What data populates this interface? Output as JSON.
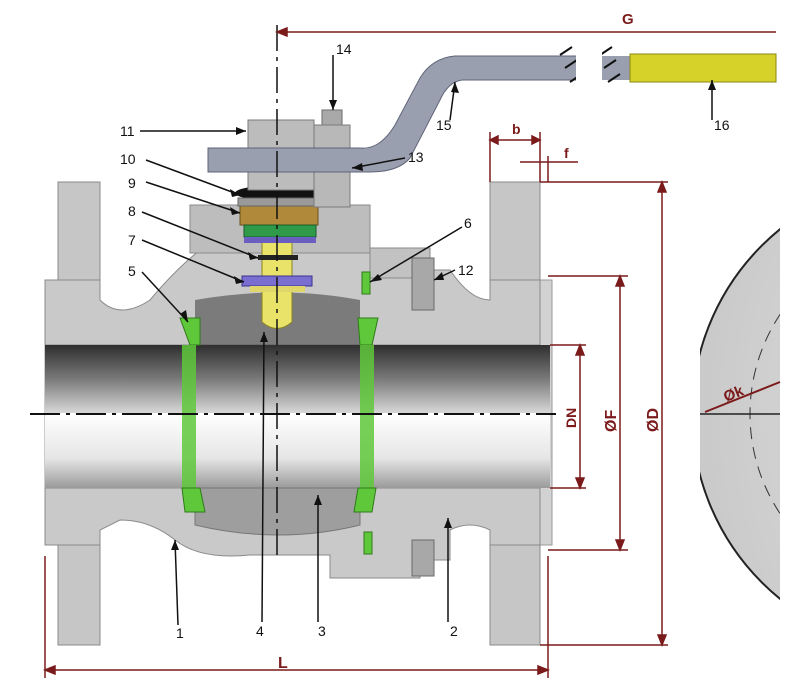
{
  "colors": {
    "body": "#c8c8c8",
    "body_dark": "#8e8e8e",
    "bore_dark": "#3a3a3a",
    "seat_green": "#5fc83a",
    "handle": "#9a9fb0",
    "sleeve_yellow": "#d6d22a",
    "gland_bronze": "#b08a3a",
    "dimension": "#7b1a1a"
  },
  "callouts": {
    "c1": "1",
    "c2": "2",
    "c3": "3",
    "c4": "4",
    "c5": "5",
    "c6": "6",
    "c7": "7",
    "c8": "8",
    "c9": "9",
    "c10": "10",
    "c11": "11",
    "c12": "12",
    "c13": "13",
    "c14": "14",
    "c15": "15",
    "c16": "16"
  },
  "dimensions": {
    "G": "G",
    "b": "b",
    "f": "f",
    "L": "L",
    "DN": "DN",
    "F": "ØF",
    "D": "ØD",
    "k": "Øk"
  }
}
